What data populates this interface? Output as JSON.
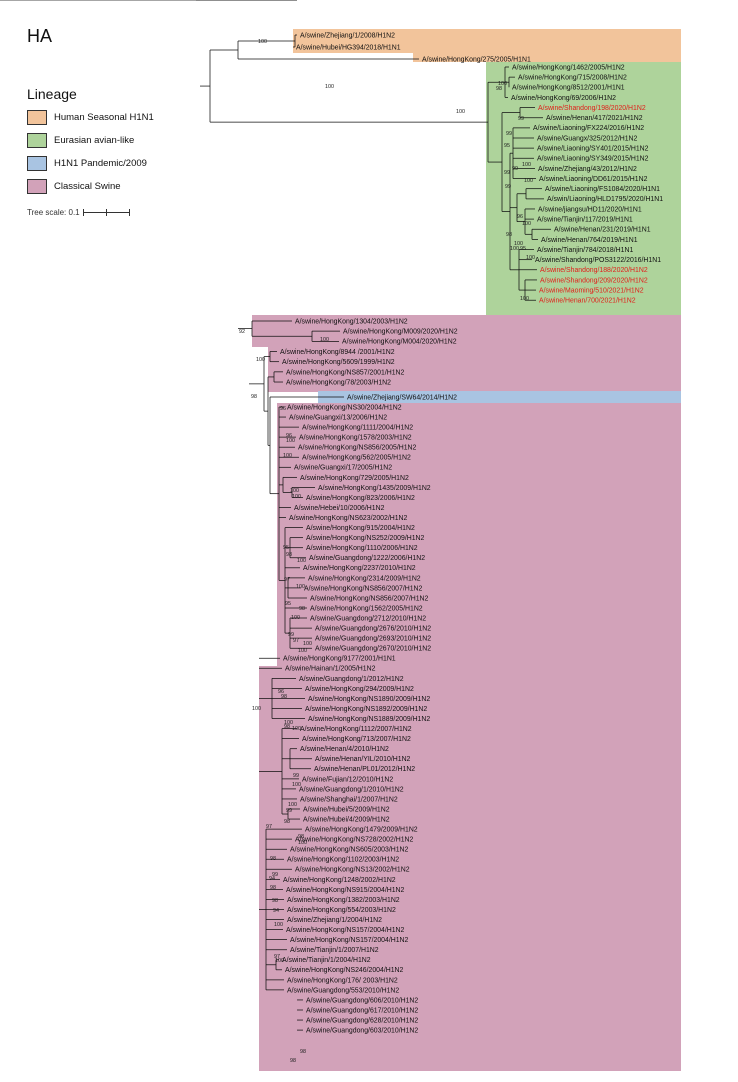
{
  "title": "HA",
  "legend": {
    "title": "Lineage",
    "items": [
      {
        "label": "Human Seasonal H1N1",
        "color": "#f2c49b"
      },
      {
        "label": "Eurasian avian-like",
        "color": "#aed39b"
      },
      {
        "label": "H1N1 Pandemic/2009",
        "color": "#a9c4e2"
      },
      {
        "label": "Classical Swine",
        "color": "#d2a2b9"
      }
    ]
  },
  "scale": {
    "label": "Tree scale: 0.1"
  },
  "highlight_color": "#e0201b",
  "taxa": [
    {
      "label": "A/swine/Zhejiang/1/2008/H1N2",
      "lineage": "Human Seasonal H1N1"
    },
    {
      "label": "A/swine/Hubei/HG394/2018/H1N1",
      "lineage": "Human Seasonal H1N1"
    },
    {
      "label": "A/swine/HongKong/275/2005/H1N1",
      "lineage": "Human Seasonal H1N1"
    },
    {
      "label": "A/swine/HongKong/1462/2005/H1N2",
      "lineage": "Eurasian avian-like"
    },
    {
      "label": "A/swine/HongKong/715/2008/H1N2",
      "lineage": "Eurasian avian-like"
    },
    {
      "label": "A/swine/HongKong/8512/2001/H1N1",
      "lineage": "Eurasian avian-like"
    },
    {
      "label": "A/swine/HongKong/69/2006/H1N2",
      "lineage": "Eurasian avian-like"
    },
    {
      "label": "A/swine/Shandong/198/2020/H1N2",
      "lineage": "Eurasian avian-like",
      "highlight": true
    },
    {
      "label": "A/swine/Henan/417/2021/H1N2",
      "lineage": "Eurasian avian-like"
    },
    {
      "label": "A/swine/Liaoning/FX224/2016/H1N2",
      "lineage": "Eurasian avian-like"
    },
    {
      "label": "A/swine/Guangx/325/2012/H1N2",
      "lineage": "Eurasian avian-like"
    },
    {
      "label": "A/swine/Liaoning/SY401/2015/H1N2",
      "lineage": "Eurasian avian-like"
    },
    {
      "label": "A/swine/Liaoning/SY349/2015/H1N2",
      "lineage": "Eurasian avian-like"
    },
    {
      "label": "A/swine/Zhejiang/43/2012/H1N2",
      "lineage": "Eurasian avian-like"
    },
    {
      "label": "A/swine/Liaoning/DD61/2015/H1N2",
      "lineage": "Eurasian avian-like"
    },
    {
      "label": "A/swine/Liaoning/FS1084/2020/H1N1",
      "lineage": "Eurasian avian-like"
    },
    {
      "label": "A/swin/Liaoning/HLD1795/2020/H1N1",
      "lineage": "Eurasian avian-like"
    },
    {
      "label": "A/swine/jiangsu/HD11/2020/H1N1",
      "lineage": "Eurasian avian-like"
    },
    {
      "label": "A/swine/Tianjin/117/2019/H1N1",
      "lineage": "Eurasian avian-like"
    },
    {
      "label": "A/swine/Henan/231/2019/H1N1",
      "lineage": "Eurasian avian-like"
    },
    {
      "label": "A/swine/Henan/764/2019/H1N1",
      "lineage": "Eurasian avian-like"
    },
    {
      "label": "A/swine/Tianjin/784/2018/H1N1",
      "lineage": "Eurasian avian-like"
    },
    {
      "label": "A/swine/Shandong/POS3122/2016/H1N1",
      "lineage": "Eurasian avian-like"
    },
    {
      "label": "A/swine/Shandong/188/2020/H1N2",
      "lineage": "Eurasian avian-like",
      "highlight": true
    },
    {
      "label": "A/swine/Shandong/209/2020/H1N2",
      "lineage": "Eurasian avian-like",
      "highlight": true
    },
    {
      "label": "A/swine/Maoming/510/2021/H1N2",
      "lineage": "Eurasian avian-like",
      "highlight": true
    },
    {
      "label": "A/swine/Henan/700/2021/H1N2",
      "lineage": "Eurasian avian-like",
      "highlight": true
    },
    {
      "label": "A/swine/HongKong/1304/2003/H1N2",
      "lineage": "Classical Swine"
    },
    {
      "label": "A/swine/HongKong/M009/2020/H1N2",
      "lineage": "Classical Swine"
    },
    {
      "label": "A/swine/HongKong/M004/2020/H1N2",
      "lineage": "Classical Swine"
    },
    {
      "label": "A/swine/HongKong/8944 /2001/H1N2",
      "lineage": "Classical Swine"
    },
    {
      "label": "A/swine/HongKong/5609/1999/H1N2",
      "lineage": "Classical Swine"
    },
    {
      "label": "A/swine/HongKong/NS857/2001/H1N2",
      "lineage": "Classical Swine"
    },
    {
      "label": "A/swine/HongKong/78/2003/H1N2",
      "lineage": "Classical Swine"
    },
    {
      "label": "A/swine/Zhejiang/SW64/2014/H1N2",
      "lineage": "H1N1 Pandemic/2009"
    },
    {
      "label": "A/swine/HongKong/NS30/2004/H1N2",
      "lineage": "Classical Swine"
    },
    {
      "label": "A/swine/Guangxi/13/2006/H1N2",
      "lineage": "Classical Swine"
    },
    {
      "label": "A/swine/HongKong/1111/2004/H1N2",
      "lineage": "Classical Swine"
    },
    {
      "label": "A/swine/HongKong/1578/2003/H1N2",
      "lineage": "Classical Swine"
    },
    {
      "label": "A/swine/HongKong/NS856/2005/H1N2",
      "lineage": "Classical Swine"
    },
    {
      "label": "A/swine/HongKong/562/2005/H1N2",
      "lineage": "Classical Swine"
    },
    {
      "label": "A/swine/Guangxi/17/2005/H1N2",
      "lineage": "Classical Swine"
    },
    {
      "label": "A/swine/HongKong/729/2005/H1N2",
      "lineage": "Classical Swine"
    },
    {
      "label": "A/swine/HongKong/1435/2009/H1N2",
      "lineage": "Classical Swine"
    },
    {
      "label": "A/swine/HongKong/823/2006/H1N2",
      "lineage": "Classical Swine"
    },
    {
      "label": "A/swine/Hebei/10/2006/H1N2",
      "lineage": "Classical Swine"
    },
    {
      "label": "A/swine/HongKong/NS623/2002/H1N2",
      "lineage": "Classical Swine"
    },
    {
      "label": "A/swine/HongKong/915/2004/H1N2",
      "lineage": "Classical Swine"
    },
    {
      "label": "A/swine/HongKong/NS252/2009/H1N2",
      "lineage": "Classical Swine"
    },
    {
      "label": "A/swine/HongKong/1110/2006/H1N2",
      "lineage": "Classical Swine"
    },
    {
      "label": "A/swine/Guangdong/1222/2006/H1N2",
      "lineage": "Classical Swine"
    },
    {
      "label": "A/swine/HongKong/2237/2010/H1N2",
      "lineage": "Classical Swine"
    },
    {
      "label": "A/swine/HongKong/2314/2009/H1N2",
      "lineage": "Classical Swine"
    },
    {
      "label": "A/swine/HongKong/NS856/2007/H1N2",
      "lineage": "Classical Swine"
    },
    {
      "label": "A/swine/HongKong/NS856/2007/H1N2",
      "lineage": "Classical Swine"
    },
    {
      "label": "A/swine/HongKong/1562/2005/H1N2",
      "lineage": "Classical Swine"
    },
    {
      "label": "A/swine/Guangdong/2712/2010/H1N2",
      "lineage": "Classical Swine"
    },
    {
      "label": "A/swine/Guangdong/2676/2010/H1N2",
      "lineage": "Classical Swine"
    },
    {
      "label": "A/swine/Guangdong/2693/2010/H1N2",
      "lineage": "Classical Swine"
    },
    {
      "label": "A/swine/Guangdong/2670/2010/H1N2",
      "lineage": "Classical Swine"
    },
    {
      "label": "A/swine/HongKong/9177/2001/H1N1",
      "lineage": "Classical Swine"
    },
    {
      "label": "A/swine/Hainan/1/2005/H1N2",
      "lineage": "Classical Swine"
    },
    {
      "label": "A/swine/Guangdong/1/2012/H1N2",
      "lineage": "Classical Swine"
    },
    {
      "label": "A/swine/HongKong/294/2009/H1N2",
      "lineage": "Classical Swine"
    },
    {
      "label": "A/swine/HongKong/NS1890/2009/H1N2",
      "lineage": "Classical Swine"
    },
    {
      "label": "A/swine/HongKong/NS1892/2009/H1N2",
      "lineage": "Classical Swine"
    },
    {
      "label": "A/swine/HongKong/NS1889/2009/H1N2",
      "lineage": "Classical Swine"
    },
    {
      "label": "A/swine/HongKong/1112/2007/H1N2",
      "lineage": "Classical Swine"
    },
    {
      "label": "A/swine/HongKong/713/2007/H1N2",
      "lineage": "Classical Swine"
    },
    {
      "label": "A/swine/Henan/4/2010/H1N2",
      "lineage": "Classical Swine"
    },
    {
      "label": "A/swine/Henan/YIL/2010/H1N2",
      "lineage": "Classical Swine"
    },
    {
      "label": "A/swine/Henan/PL01/2012/H1N2",
      "lineage": "Classical Swine"
    },
    {
      "label": "A/swine/Fujian/12/2010/H1N2",
      "lineage": "Classical Swine"
    },
    {
      "label": "A/swine/Guangdong/1/2010/H1N2",
      "lineage": "Classical Swine"
    },
    {
      "label": "A/swine/Shanghai/1/2007/H1N2",
      "lineage": "Classical Swine"
    },
    {
      "label": "A/swine/Hubei/5/2009/H1N2",
      "lineage": "Classical Swine"
    },
    {
      "label": "A/swine/Hubei/4/2009/H1N2",
      "lineage": "Classical Swine"
    },
    {
      "label": "A/swine/HongKong/1479/2009/H1N2",
      "lineage": "Classical Swine"
    },
    {
      "label": "A/swine/HongKong/NS728/2002/H1N2",
      "lineage": "Classical Swine"
    },
    {
      "label": "A/swine/HongKong/NS605/2003/H1N2",
      "lineage": "Classical Swine"
    },
    {
      "label": "A/swine/HongKong/1102/2003/H1N2",
      "lineage": "Classical Swine"
    },
    {
      "label": "A/swine/HongKong/NS13/2002/H1N2",
      "lineage": "Classical Swine"
    },
    {
      "label": "A/swine/HongKong/1248/2002/H1N2",
      "lineage": "Classical Swine"
    },
    {
      "label": "A/swine/HongKong/NS915/2004/H1N2",
      "lineage": "Classical Swine"
    },
    {
      "label": "A/swine/HongKong/1382/2003/H1N2",
      "lineage": "Classical Swine"
    },
    {
      "label": "A/swine/HongKong/554/2003/H1N2",
      "lineage": "Classical Swine"
    },
    {
      "label": "A/swine/Zhejiang/1/2004/H1N2",
      "lineage": "Classical Swine"
    },
    {
      "label": "A/swine/HongKong/NS157/2004/H1N2",
      "lineage": "Classical Swine"
    },
    {
      "label": "A/swine/HongKong/NS157/2004/H1N2",
      "lineage": "Classical Swine"
    },
    {
      "label": "A/swine/Tianjin/1/2007/H1N2",
      "lineage": "Classical Swine"
    },
    {
      "label": "A/swine/Tianjin/1/2004/H1N2",
      "lineage": "Classical Swine"
    },
    {
      "label": "A/swine/HongKong/NS246/2004/H1N2",
      "lineage": "Classical Swine"
    },
    {
      "label": "A/swine/HongKong/176/ 2003/H1N2",
      "lineage": "Classical Swine"
    },
    {
      "label": "A/swine/Guangdong/553/2010/H1N2",
      "lineage": "Classical Swine"
    },
    {
      "label": "A/swine/Guangdong/606/2010/H1N2",
      "lineage": "Classical Swine"
    },
    {
      "label": "A/swine/Guangdong/617/2010/H1N2",
      "lineage": "Classical Swine"
    },
    {
      "label": "A/swine/Guangdong/628/2010/H1N2",
      "lineage": "Classical Swine"
    },
    {
      "label": "A/swine/Guangdong/603/2010/H1N2",
      "lineage": "Classical Swine"
    }
  ],
  "bootstrap_labels": [
    "100",
    "100",
    "100",
    "100",
    "98",
    "99",
    "99",
    "99",
    "95",
    "100",
    "100",
    "99",
    "100",
    "98",
    "99",
    "96",
    "100",
    "95",
    "100",
    "100",
    "100",
    "92",
    "100",
    "100",
    "98",
    "96",
    "96",
    "100",
    "100",
    "100",
    "100",
    "95",
    "98",
    "100",
    "97",
    "100",
    "95",
    "98",
    "100",
    "100",
    "99",
    "97",
    "100",
    "96",
    "98",
    "100",
    "100",
    "98",
    "100",
    "97",
    "99",
    "100",
    "100",
    "99",
    "98",
    "98",
    "100",
    "98",
    "99",
    "94",
    "98",
    "98",
    "94",
    "100",
    "97",
    "100",
    "98",
    "98"
  ]
}
